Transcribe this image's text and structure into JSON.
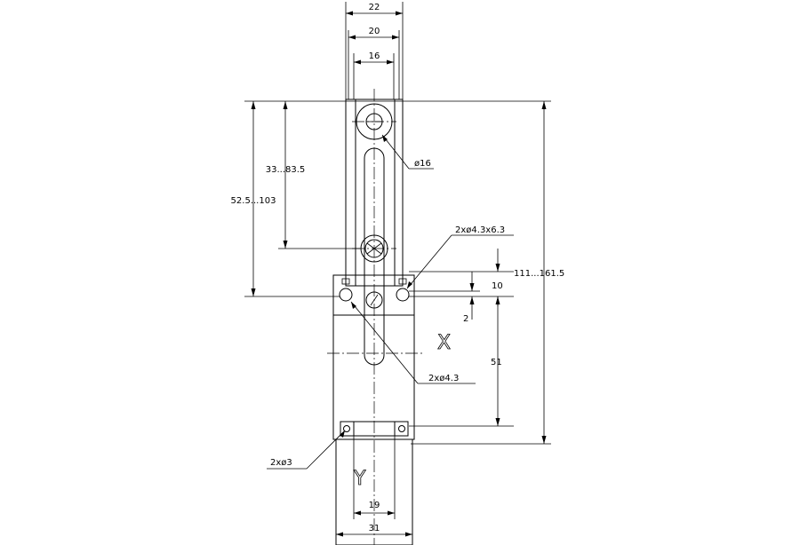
{
  "dimensions": {
    "w22": "22",
    "w20": "20",
    "w16": "16",
    "d16": "ø16",
    "h33": "33...83.5",
    "h52": "52.5...103",
    "holes_slot": "2xø4.3x6.3",
    "h10": "10",
    "h2": "2",
    "h51": "51",
    "h111": "111...161.5",
    "holes43": "2xø4.3",
    "holes3": "2xø3",
    "w19": "19",
    "w31": "31"
  },
  "axes": {
    "x": "X",
    "y": "Y"
  }
}
